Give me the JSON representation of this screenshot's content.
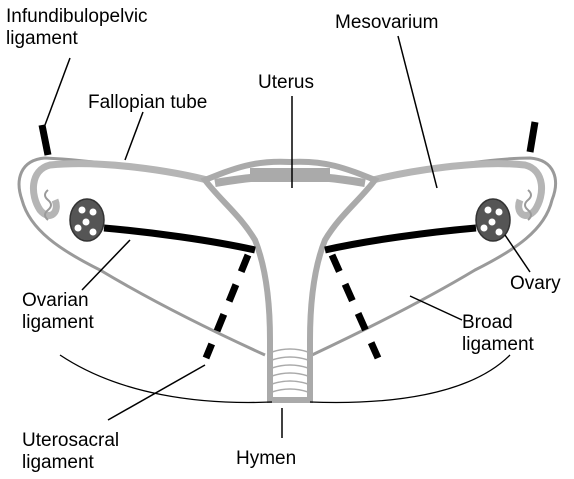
{
  "labels": {
    "infundibulopelvic_line1": "Infundibulopelvic",
    "infundibulopelvic_line2": "ligament",
    "fallopian_tube": "Fallopian tube",
    "uterus": "Uterus",
    "mesovarium": "Mesovarium",
    "ovarian_line1": "Ovarian",
    "ovarian_line2": "ligament",
    "ovary": "Ovary",
    "broad_line1": "Broad",
    "broad_line2": "ligament",
    "uterosacral_line1": "Uterosacral",
    "uterosacral_line2": "ligament",
    "hymen": "Hymen"
  },
  "colors": {
    "outline": "#9a9a9a",
    "ligament": "#000000",
    "ovary_fill": "#555555",
    "line": "#000000"
  }
}
